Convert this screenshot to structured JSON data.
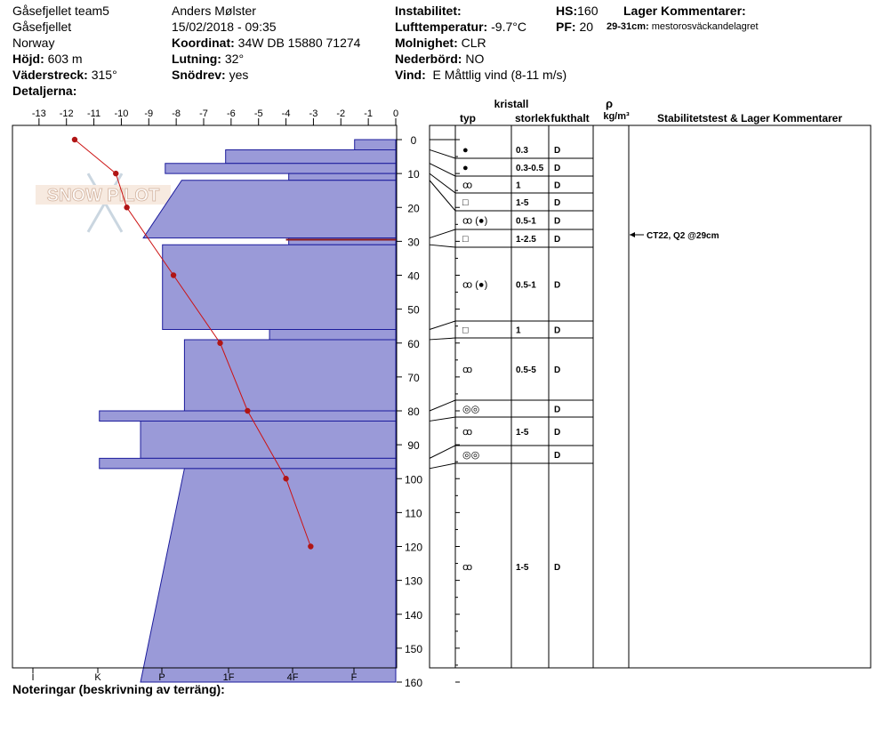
{
  "header": {
    "site": "Gåsefjellet team5",
    "location": "Gåsefjellet",
    "country": "Norway",
    "elev_label": "Höjd:",
    "elev_value": "603 m",
    "aspect_label": "Väderstreck:",
    "aspect_value": "315°",
    "details_label": "Detaljerna:",
    "observer": "Anders Mølster",
    "datetime": "15/02/2018 - 09:35",
    "coord_label": "Koordinat:",
    "coord_value": "34W DB 15880 71274",
    "slope_label": "Lutning:",
    "slope_value": "32°",
    "drift_label": "Snödrev:",
    "drift_value": "yes",
    "instab_label": "Instabilitet:",
    "airtemp_label": "Lufttemperatur:",
    "airtemp_value": "-9.7°C",
    "sky_label": "Molnighet:",
    "sky_value": "CLR",
    "precip_label": "Nederbörd:",
    "precip_value": "NO",
    "wind_label": "Vind:",
    "wind_value": "E Måttlig vind (8-11 m/s)",
    "hs_label": "HS:",
    "hs_value": "160",
    "pf_label": "PF:",
    "pf_value": "20",
    "layer_comment_label": "Lager Kommentarer:",
    "layer_comment_range": "29-31cm:",
    "layer_comment_text": "mestorosväckandelagret"
  },
  "footer": {
    "notes_label": "Noteringar (beskrivning av terräng):"
  },
  "logo": {
    "text": "SNOW PILOT"
  },
  "table_headers": {
    "type": "typ",
    "crystal": "kristall",
    "size": "storlek",
    "moisture": "fukthalt",
    "rho": "ρ",
    "density_unit": "kg/m³",
    "stability": "Stabilitetstest & Lager Kommentarer"
  },
  "chart_data": {
    "type": "line",
    "x_ticks": [
      "-13",
      "-12",
      "-11",
      "-10",
      "-9",
      "-8",
      "-7",
      "-6",
      "-5",
      "-4",
      "-3",
      "-2",
      "-1",
      "0"
    ],
    "hardness_ticks": [
      "I",
      "K",
      "P",
      "1F",
      "4F",
      "F"
    ],
    "depth_ticks": [
      "0",
      "10",
      "20",
      "30",
      "40",
      "50",
      "60",
      "70",
      "80",
      "90",
      "100",
      "110",
      "120",
      "130",
      "140",
      "150",
      "160"
    ],
    "ylim": [
      0,
      160
    ],
    "xlim": [
      -14,
      0
    ],
    "temperature_profile": [
      {
        "depth": 0,
        "temp": -11.7
      },
      {
        "depth": 10,
        "temp": -10.2
      },
      {
        "depth": 20,
        "temp": -9.8
      },
      {
        "depth": 40,
        "temp": -8.1
      },
      {
        "depth": 60,
        "temp": -6.4
      },
      {
        "depth": 80,
        "temp": -5.4
      },
      {
        "depth": 100,
        "temp": -4.0
      },
      {
        "depth": 120,
        "temp": -3.1
      }
    ],
    "hardness_profile": [
      {
        "top": 0,
        "bottom": 3,
        "hardness": 1.5,
        "hardness_bottom": 1.5
      },
      {
        "top": 3,
        "bottom": 7,
        "hardness": 6.2,
        "hardness_bottom": 6.2
      },
      {
        "top": 7,
        "bottom": 10,
        "hardness": 8.4,
        "hardness_bottom": 8.4
      },
      {
        "top": 10,
        "bottom": 12,
        "hardness": 3.9,
        "hardness_bottom": 3.9
      },
      {
        "top": 12,
        "bottom": 29,
        "hardness": 7.8,
        "hardness_bottom": 9.2
      },
      {
        "top": 29,
        "bottom": 31,
        "hardness": 3.9,
        "hardness_bottom": 3.9
      },
      {
        "top": 31,
        "bottom": 56,
        "hardness": 8.5,
        "hardness_bottom": 8.5
      },
      {
        "top": 56,
        "bottom": 59,
        "hardness": 4.6,
        "hardness_bottom": 4.6
      },
      {
        "top": 59,
        "bottom": 80,
        "hardness": 7.7,
        "hardness_bottom": 7.7
      },
      {
        "top": 80,
        "bottom": 83,
        "hardness": 10.8,
        "hardness_bottom": 10.8
      },
      {
        "top": 83,
        "bottom": 94,
        "hardness": 9.3,
        "hardness_bottom": 9.3
      },
      {
        "top": 94,
        "bottom": 97,
        "hardness": 10.8,
        "hardness_bottom": 10.8
      },
      {
        "top": 97,
        "bottom": 160,
        "hardness": 7.7,
        "hardness_bottom": 9.3
      }
    ],
    "weak_layer_depth": 29.5
  },
  "layers": [
    {
      "top": 0,
      "bottom": 3,
      "grain": "●",
      "size": "0.3",
      "moisture": "D"
    },
    {
      "top": 3,
      "bottom": 7,
      "grain": "●",
      "size": "0.3-0.5",
      "moisture": "D"
    },
    {
      "top": 7,
      "bottom": 10,
      "grain": "ꝏ",
      "size": "1",
      "moisture": "D"
    },
    {
      "top": 10,
      "bottom": 12,
      "grain": "□",
      "size": "1-5",
      "moisture": "D"
    },
    {
      "top": 12,
      "bottom": 29,
      "grain": "ꝏ (●)",
      "size": "0.5-1",
      "moisture": "D"
    },
    {
      "top": 29,
      "bottom": 31,
      "grain": "□",
      "size": "1-2.5",
      "moisture": "D"
    },
    {
      "top": 31,
      "bottom": 56,
      "grain": "ꝏ (●)",
      "size": "0.5-1",
      "moisture": "D"
    },
    {
      "top": 56,
      "bottom": 59,
      "grain": "□",
      "size": "1",
      "moisture": "D"
    },
    {
      "top": 59,
      "bottom": 80,
      "grain": "ꝏ",
      "size": "0.5-5",
      "moisture": "D"
    },
    {
      "top": 80,
      "bottom": 83,
      "grain": "◎◎",
      "size": "",
      "moisture": "D"
    },
    {
      "top": 83,
      "bottom": 94,
      "grain": "ꝏ",
      "size": "1-5",
      "moisture": "D"
    },
    {
      "top": 94,
      "bottom": 97,
      "grain": "◎◎",
      "size": "",
      "moisture": "D"
    },
    {
      "top": 97,
      "bottom": 160,
      "grain": "ꝏ",
      "size": "1-5",
      "moisture": "D"
    }
  ],
  "stability_comments": [
    {
      "depth": 29,
      "text": "CT22, Q2 @29cm"
    }
  ]
}
